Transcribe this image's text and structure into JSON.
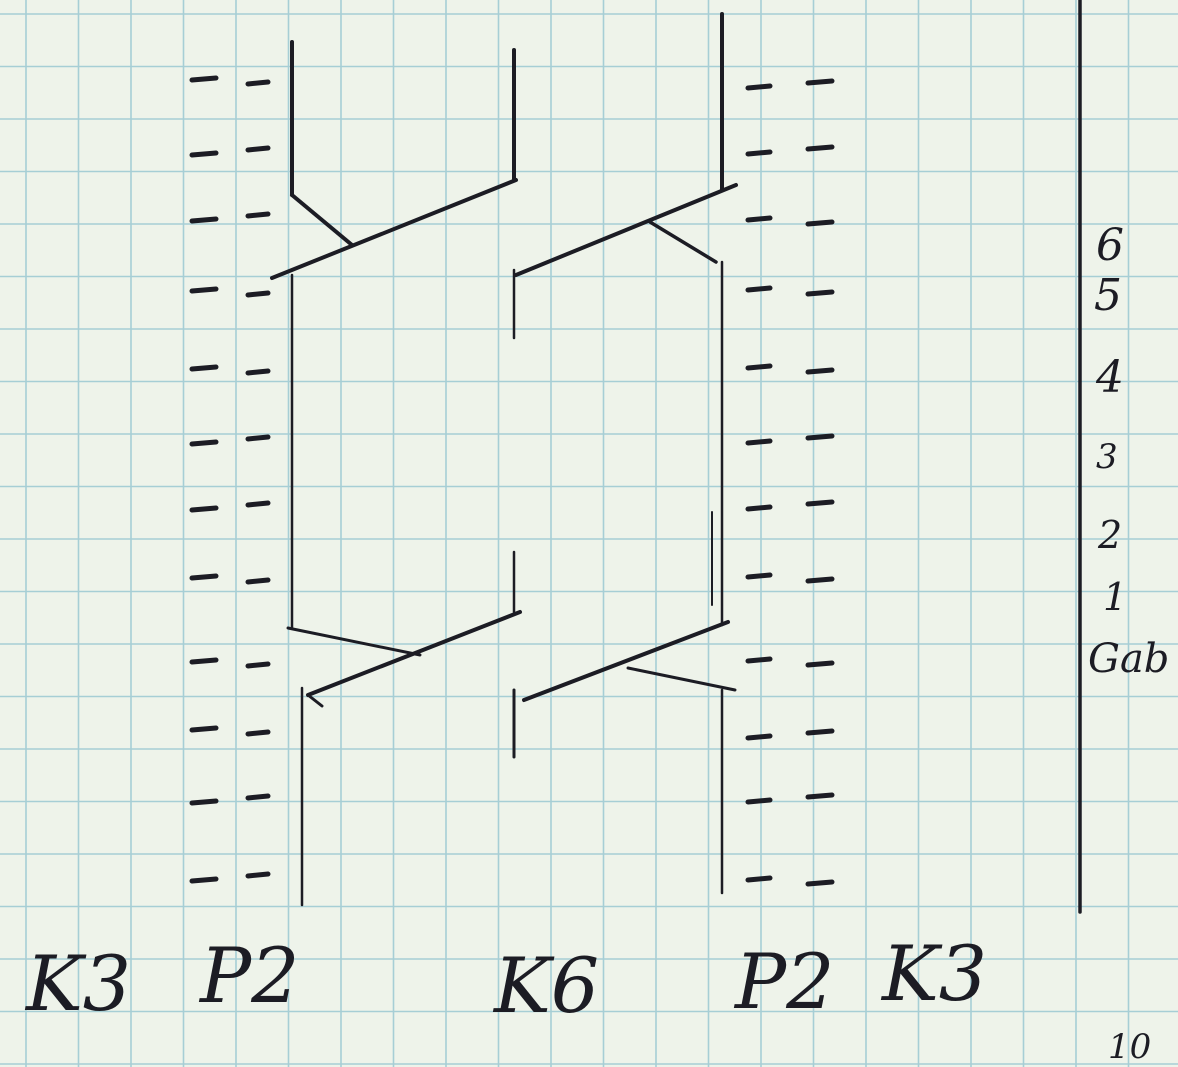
{
  "paper": {
    "background": "#eef3ea",
    "grid_color": "#8fc2cf",
    "ink": "#1c1c24"
  },
  "bottom_labels": {
    "k3_left": "K3",
    "p2_left": "P2",
    "k6": "K6",
    "p2_right": "P2",
    "k3_right": "K3"
  },
  "row_labels": {
    "r6": "6",
    "r5": "5",
    "r4": "4",
    "r3": "3",
    "r2": "2",
    "r1": "1",
    "gab": "Gab"
  },
  "corner_note": "10"
}
